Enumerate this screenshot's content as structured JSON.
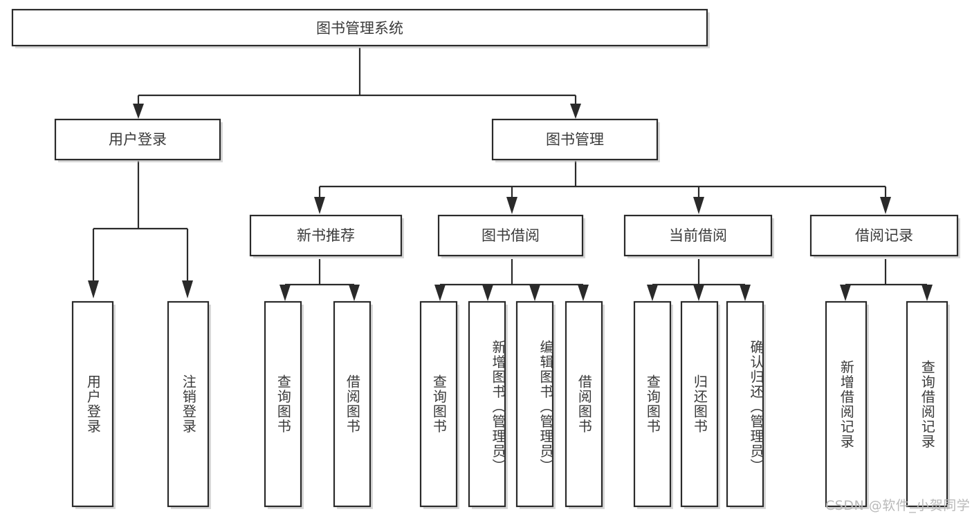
{
  "diagram": {
    "type": "tree-hierarchy",
    "title": "图书管理系统",
    "root": {
      "label": "图书管理系统",
      "id": "root"
    },
    "level2": [
      {
        "id": "user-login",
        "label": "用户登录"
      },
      {
        "id": "book-manage",
        "label": "图书管理"
      }
    ],
    "level3": [
      {
        "id": "new-book-recommend",
        "label": "新书推荐",
        "parent": "book-manage"
      },
      {
        "id": "book-borrow",
        "label": "图书借阅",
        "parent": "book-manage"
      },
      {
        "id": "current-borrow",
        "label": "当前借阅",
        "parent": "book-manage"
      },
      {
        "id": "borrow-record",
        "label": "借阅记录",
        "parent": "book-manage"
      }
    ],
    "leaves": {
      "user-login": [
        {
          "id": "leaf-user-login",
          "label": "用户登录"
        },
        {
          "id": "leaf-logout-login",
          "label": "注销登录"
        }
      ],
      "new-book-recommend": [
        {
          "id": "leaf-query-book-1",
          "label": "查询图书"
        },
        {
          "id": "leaf-borrow-book-1",
          "label": "借阅图书"
        }
      ],
      "book-borrow": [
        {
          "id": "leaf-query-book-2",
          "label": "查询图书"
        },
        {
          "id": "leaf-add-book",
          "label": "新增图书（管理员）"
        },
        {
          "id": "leaf-edit-book",
          "label": "编辑图书（管理员）"
        },
        {
          "id": "leaf-borrow-book-2",
          "label": "借阅图书"
        }
      ],
      "current-borrow": [
        {
          "id": "leaf-query-book-3",
          "label": "查询图书"
        },
        {
          "id": "leaf-return-book",
          "label": "归还图书"
        },
        {
          "id": "leaf-confirm-return",
          "label": "确认归还（管理员）"
        }
      ],
      "borrow-record": [
        {
          "id": "leaf-add-record",
          "label": "新增借阅记录"
        },
        {
          "id": "leaf-query-record",
          "label": "查询借阅记录"
        }
      ]
    },
    "watermark": "CSDN @软件_小贺同学",
    "colors": {
      "stroke": "#2a2a2a",
      "text": "#3a3a3a",
      "background": "#ffffff",
      "shadow": "#b8b8b8",
      "watermark": "#b9b9b9"
    }
  }
}
